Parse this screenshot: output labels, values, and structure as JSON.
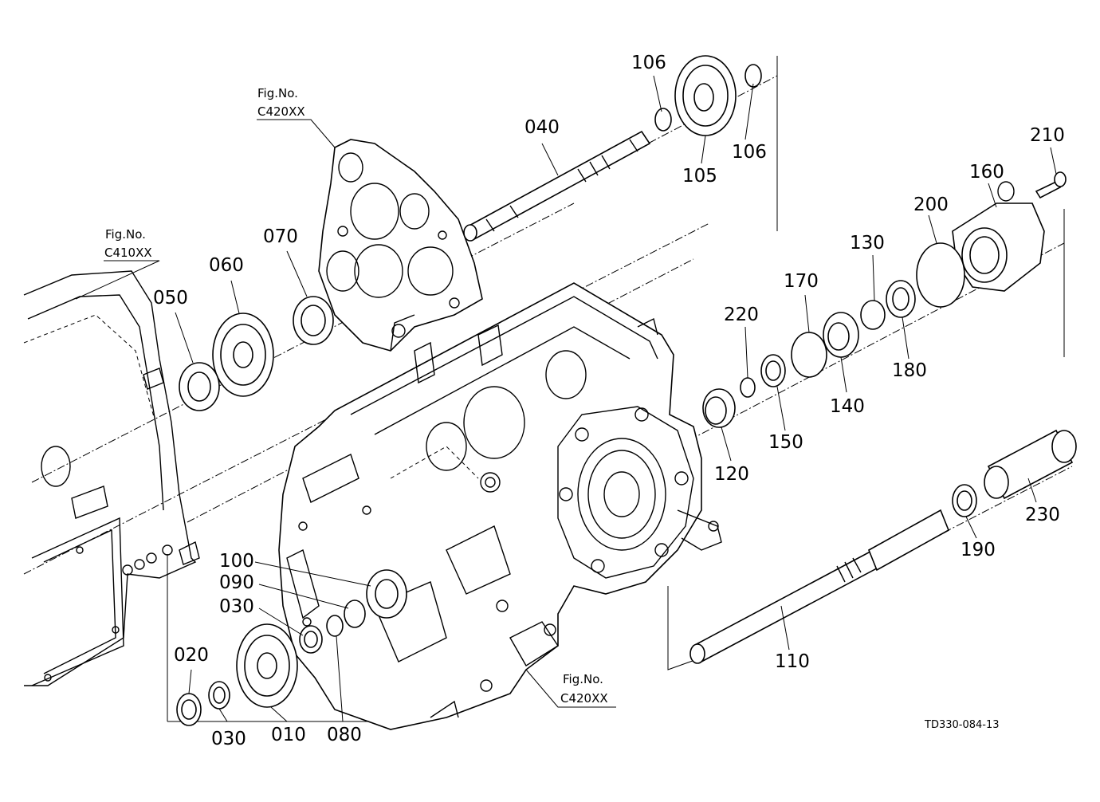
{
  "diagram": {
    "code": "TD330-084-13",
    "figure_refs": [
      {
        "id": "fig-ref-top",
        "label": "Fig.No.",
        "value": "C420XX"
      },
      {
        "id": "fig-ref-left",
        "label": "Fig.No.",
        "value": "C410XX"
      },
      {
        "id": "fig-ref-bottom",
        "label": "Fig.No.",
        "value": "C420XX"
      }
    ],
    "callouts": [
      {
        "id": "106a",
        "text": "106"
      },
      {
        "id": "106b",
        "text": "106"
      },
      {
        "id": "105",
        "text": "105"
      },
      {
        "id": "040",
        "text": "040"
      },
      {
        "id": "210",
        "text": "210"
      },
      {
        "id": "160",
        "text": "160"
      },
      {
        "id": "200",
        "text": "200"
      },
      {
        "id": "130",
        "text": "130"
      },
      {
        "id": "170",
        "text": "170"
      },
      {
        "id": "220",
        "text": "220"
      },
      {
        "id": "180",
        "text": "180"
      },
      {
        "id": "140",
        "text": "140"
      },
      {
        "id": "150",
        "text": "150"
      },
      {
        "id": "120",
        "text": "120"
      },
      {
        "id": "070",
        "text": "070"
      },
      {
        "id": "060",
        "text": "060"
      },
      {
        "id": "050",
        "text": "050"
      },
      {
        "id": "230",
        "text": "230"
      },
      {
        "id": "190",
        "text": "190"
      },
      {
        "id": "110",
        "text": "110"
      },
      {
        "id": "100",
        "text": "100"
      },
      {
        "id": "090",
        "text": "090"
      },
      {
        "id": "030a",
        "text": "030"
      },
      {
        "id": "020",
        "text": "020"
      },
      {
        "id": "030b",
        "text": "030"
      },
      {
        "id": "010",
        "text": "010"
      },
      {
        "id": "080",
        "text": "080"
      }
    ]
  }
}
